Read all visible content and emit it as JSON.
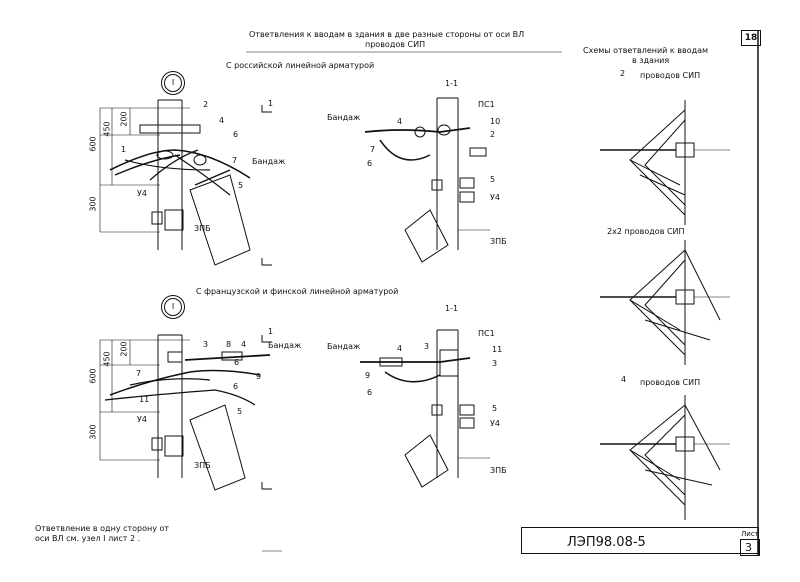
{
  "title_line1": "Ответвления к вводам в здания в две разные стороны от оси ВЛ",
  "title_line2": "проводов СИП",
  "page_number": "18",
  "top_section_title": "С российской линейной арматурой",
  "bottom_section_title": "С французской и финской линейной арматурой",
  "roman_one": "I",
  "section_label": "1-1",
  "cut_marker": "1",
  "dims": {
    "d450": "450",
    "d200": "200",
    "d600": "600",
    "d300": "300"
  },
  "callouts": {
    "n1": "1",
    "n2": "2",
    "n3": "3",
    "n4": "4",
    "n5": "5",
    "n6": "6",
    "n7": "7",
    "n8": "8",
    "n9": "9",
    "n10": "10",
    "n11": "11"
  },
  "labels": {
    "bandage": "Бандаж",
    "u4": "У4",
    "zpb": "ЗПБ",
    "ps1": "ПС1"
  },
  "schemes": {
    "heading_line1": "Схемы ответвлений к вводам",
    "heading_line2": "в здания",
    "s1_count": "2",
    "s1_label": "проводов СИП",
    "s2_label": "2х2 проводов СИП",
    "s3_count": "4",
    "s3_label": "проводов СИП"
  },
  "note_line1": "Ответвление в одну сторону от",
  "note_line2": "оси ВЛ см. узел I лист 2 .",
  "stamp": {
    "code": "ЛЭП98.08-5",
    "sheet_label": "Лист",
    "sheet_number": "3"
  }
}
